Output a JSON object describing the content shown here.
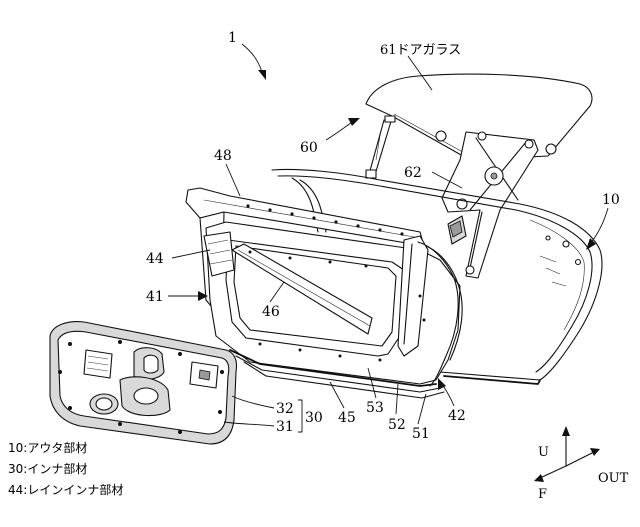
{
  "labels": {
    "assembly": "1",
    "glass": "61ドアガラス",
    "regulator": "60",
    "motor": "62",
    "outer": "10",
    "frame_top": "48",
    "reinforce_label": "44",
    "diagonal": "46",
    "inner_lbl": "41",
    "p32": "32",
    "p31": "31",
    "p30": "30",
    "p45": "45",
    "p53": "53",
    "p52": "52",
    "p51": "51",
    "p42": "42"
  },
  "legend": [
    "10:アウタ部材",
    "30:インナ部材",
    "44:レインインナ部材"
  ],
  "axes": {
    "up": "U",
    "out": "OUT",
    "front": "F"
  }
}
